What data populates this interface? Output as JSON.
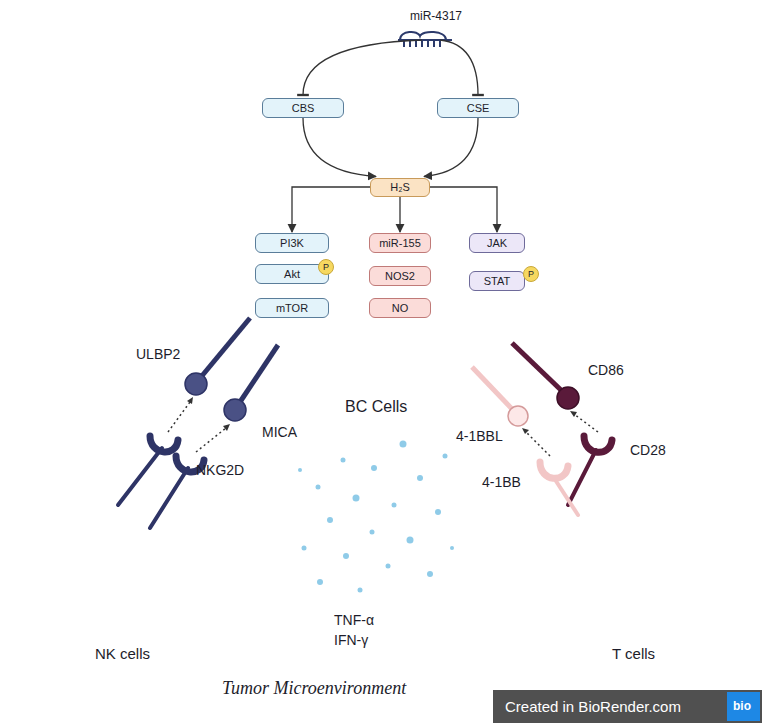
{
  "diagram": {
    "nodes": [
      {
        "text": [
          "BC Cells"
        ]
      },
      {
        "text": [
          "miR-4317"
        ],
        "in": 0
      },
      {
        "text": [
          "CBS"
        ],
        "in": 0
      },
      {
        "text": [
          "CSE"
        ],
        "in": 0
      },
      {
        "text": [
          "H₂S"
        ],
        "in": 0
      },
      {
        "text": [
          "PI3K"
        ],
        "in": 0
      },
      {
        "text": [
          "Akt"
        ],
        "in": 0
      },
      {
        "text": [
          "mTOR"
        ],
        "in": 0
      },
      {
        "text": [
          "miR-155"
        ],
        "in": 0
      },
      {
        "text": [
          "NOS2"
        ],
        "in": 0
      },
      {
        "text": [
          "NO"
        ],
        "in": 0
      },
      {
        "text": [
          "JAK"
        ],
        "in": 0
      },
      {
        "text": [
          "STAT"
        ],
        "in": 0
      },
      {
        "text": [
          "NK cells"
        ]
      },
      {
        "text": [
          "T cells"
        ]
      }
    ],
    "edges": [
      {
        "from": 1,
        "to": 2,
        "arrow": "to"
      },
      {
        "from": 1,
        "to": 3,
        "arrow": "to"
      },
      {
        "from": 2,
        "to": 4,
        "arrow": "to"
      },
      {
        "from": 3,
        "to": 4,
        "arrow": "to"
      },
      {
        "from": 4,
        "to": 5,
        "arrow": "to"
      },
      {
        "from": 4,
        "to": 8,
        "arrow": "to"
      },
      {
        "from": 4,
        "to": 11,
        "arrow": "to"
      }
    ],
    "labels": [
      "ULBP2",
      "MICA",
      "NKG2D",
      "4-1BBL",
      "CD86",
      "CD28",
      "4-1BB",
      "TNF-α",
      "IFN-γ",
      "Tumor Microenvironment",
      "Created in BioRender.com",
      "bio",
      "P",
      "P"
    ]
  }
}
